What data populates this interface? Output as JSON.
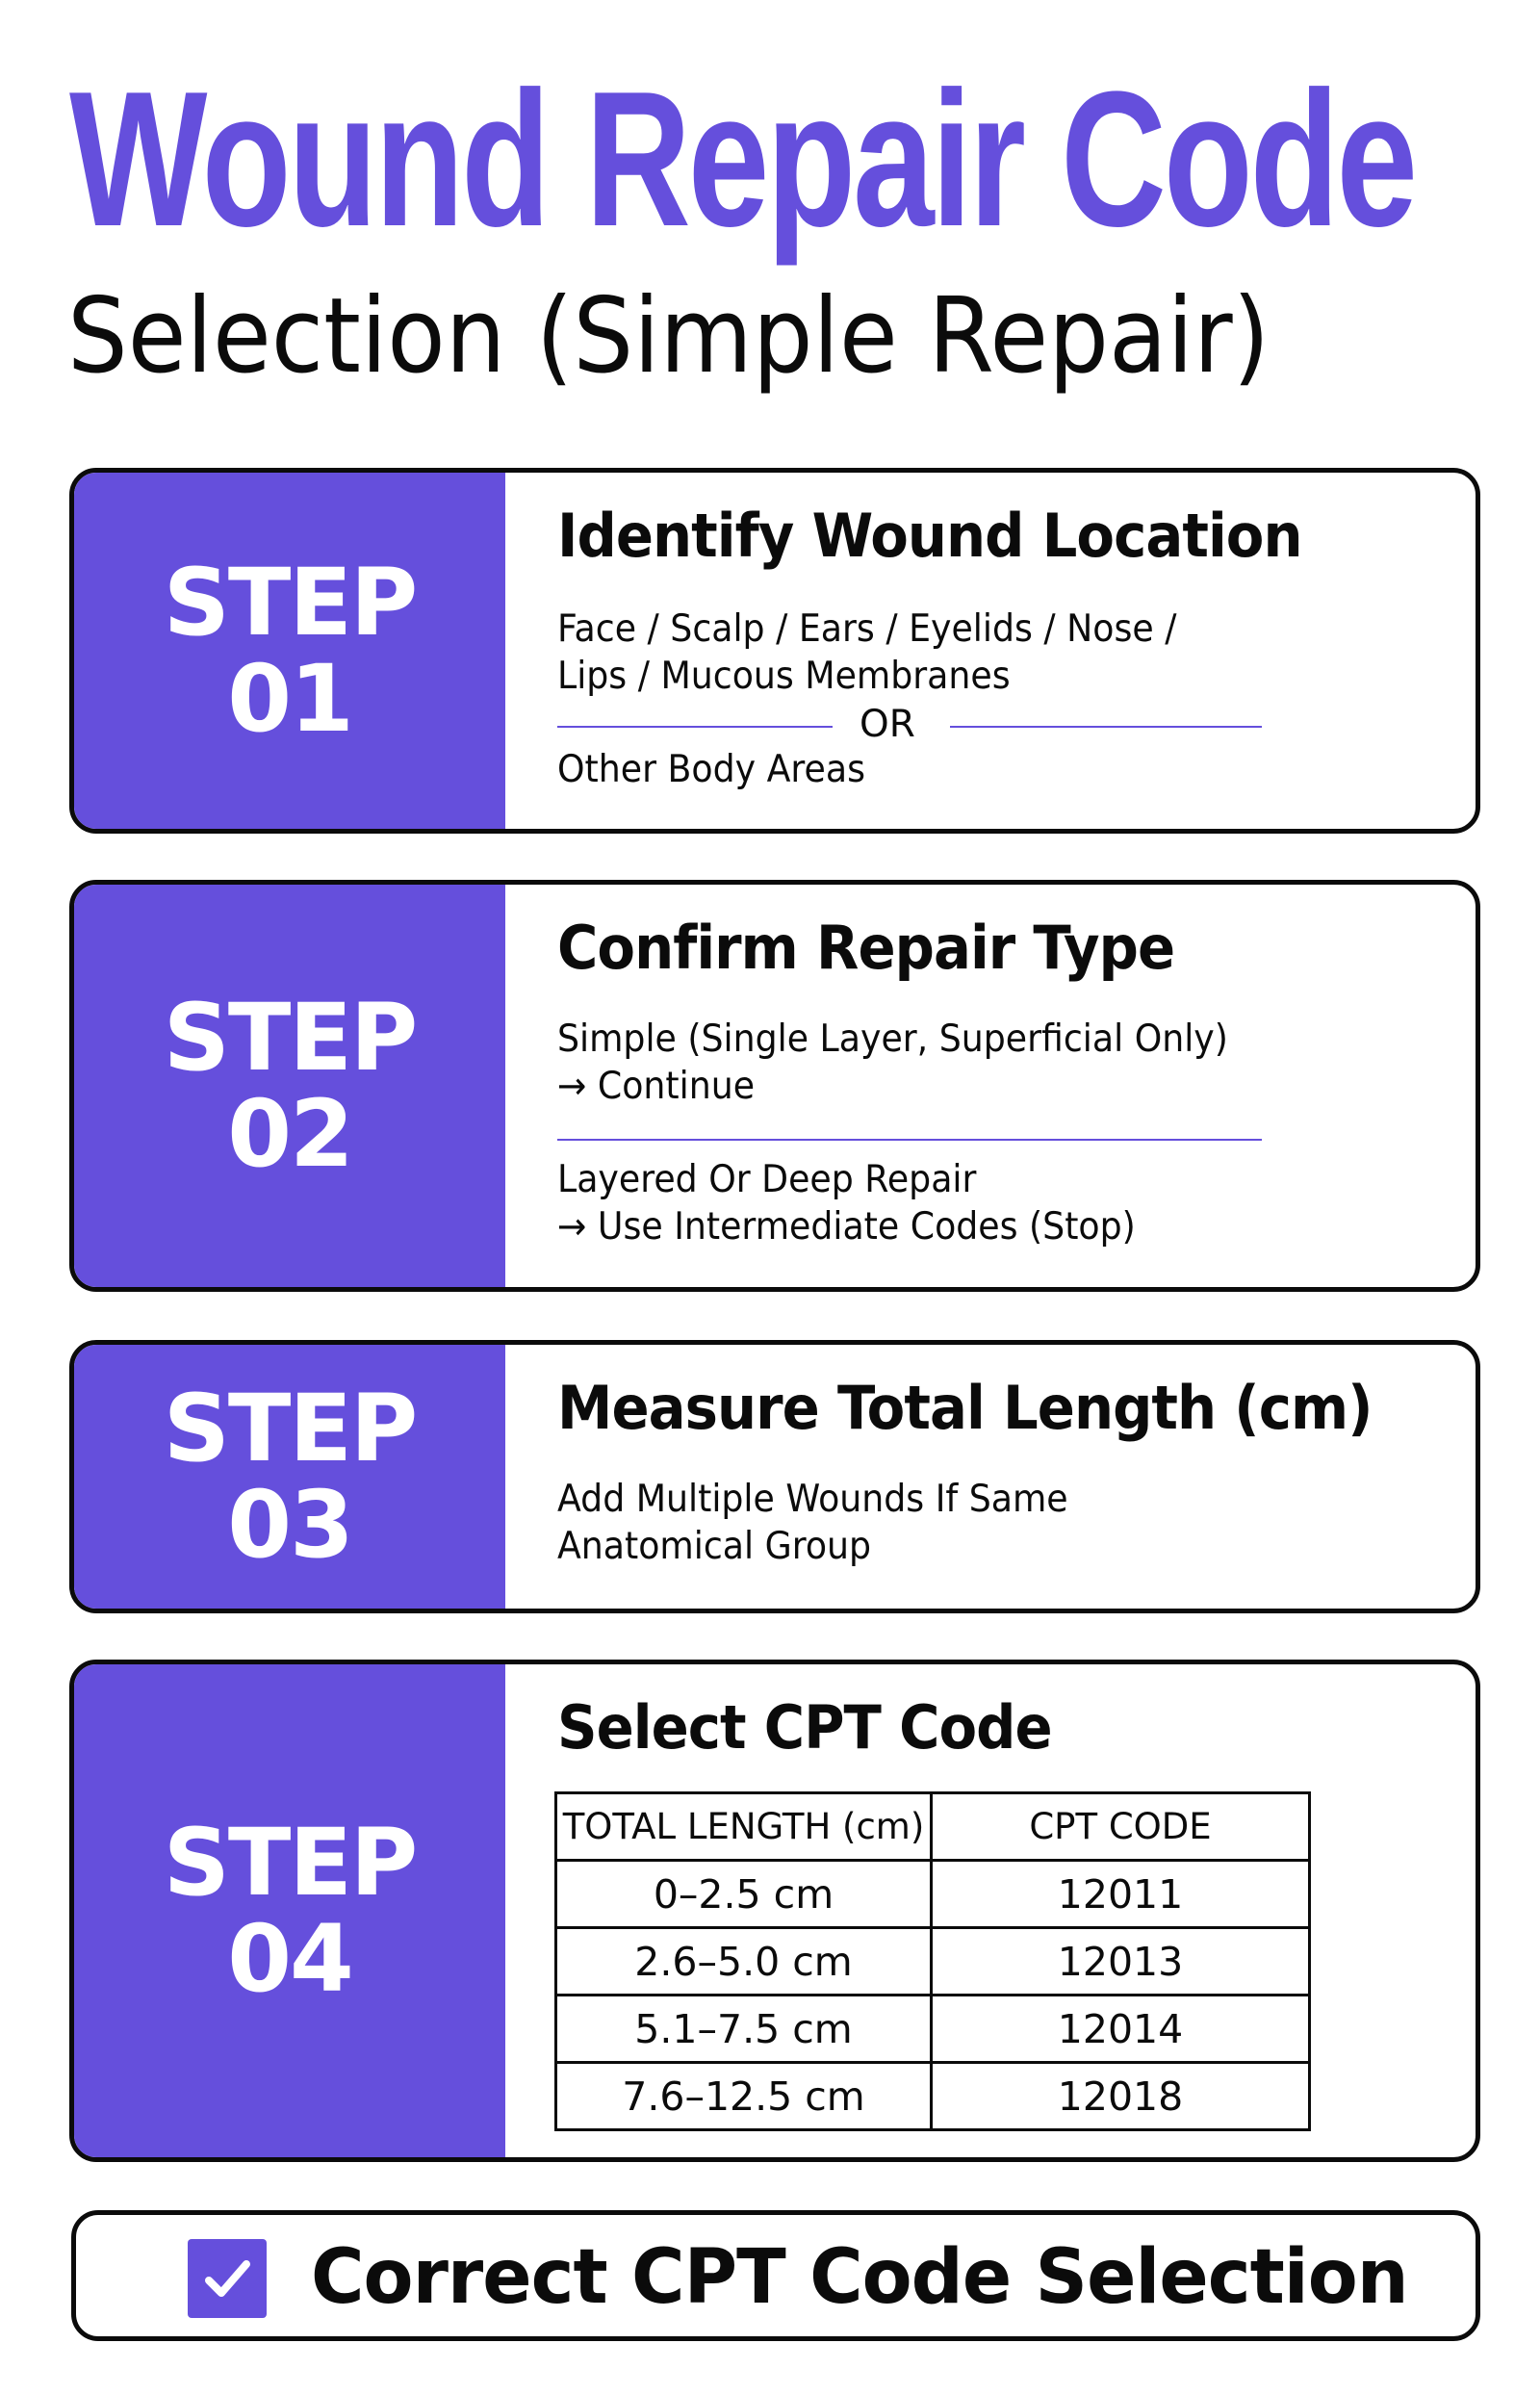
{
  "title": {
    "main": "Wound Repair Code",
    "sub": "Selection (Simple Repair)"
  },
  "colors": {
    "accent": "#654fdc",
    "text": "#0b0b0b",
    "background": "#ffffff"
  },
  "steps": [
    {
      "label": "STEP",
      "number": "01",
      "heading": "Identify Wound Location",
      "lines": [
        "Face / Scalp / Ears / Eyelids / Nose /",
        "Lips / Mucous Membranes"
      ],
      "divider": "OR",
      "lines_after": [
        "Other Body Areas"
      ]
    },
    {
      "label": "STEP",
      "number": "02",
      "heading": "Confirm Repair Type",
      "lines": [
        "Simple (Single Layer, Superficial Only)",
        "→ Continue"
      ],
      "lines_after": [
        "Layered Or Deep Repair",
        "→ Use Intermediate Codes (Stop)"
      ]
    },
    {
      "label": "STEP",
      "number": "03",
      "heading": "Measure Total Length (cm)",
      "lines": [
        "Add Multiple Wounds If Same",
        "Anatomical Group"
      ]
    },
    {
      "label": "STEP",
      "number": "04",
      "heading": "Select CPT Code",
      "table": {
        "headers": [
          "TOTAL LENGTH (cm)",
          "CPT CODE"
        ],
        "rows": [
          [
            "0–2.5 cm",
            "12011"
          ],
          [
            "2.6–5.0 cm",
            "12013"
          ],
          [
            "5.1–7.5 cm",
            "12014"
          ],
          [
            "7.6–12.5 cm",
            "12018"
          ]
        ]
      }
    }
  ],
  "final": {
    "label": "Correct CPT Code Selection",
    "icon": "checkbox-checked-icon"
  }
}
